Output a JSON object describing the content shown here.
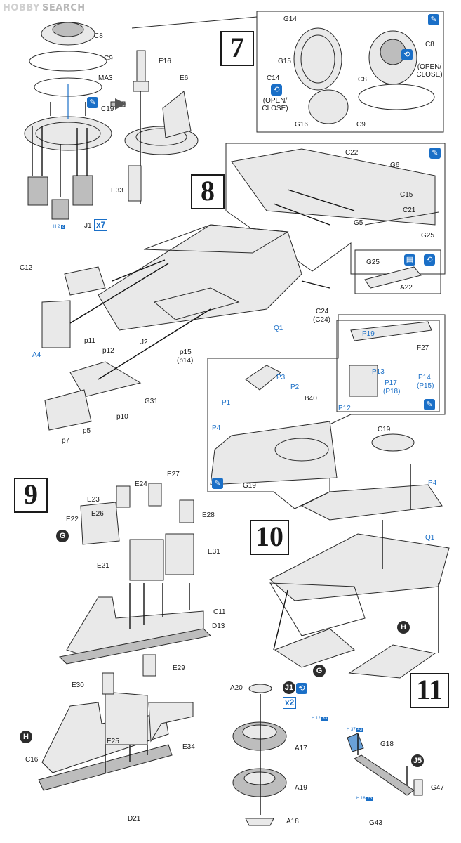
{
  "watermark": {
    "brand": "HOBBY",
    "suffix": "SEARCH"
  },
  "steps": {
    "s7": "7",
    "s8": "8",
    "s9": "9",
    "s10": "10",
    "s11": "11"
  },
  "symbols": {
    "glue": "glue-icon",
    "open_close": "open-close-icon",
    "scale": "scale-icon"
  },
  "colors": {
    "accent": "#1a6fc7",
    "ink": "#1a1a1a"
  },
  "labels": {
    "C8_top": "C8",
    "C9_top": "C9",
    "MA3": "MA3",
    "C19_top": "C19",
    "E16": "E16",
    "E6": "E6",
    "E33": "E33",
    "J1": "J1",
    "x7": "x7",
    "G14": "G14",
    "G15": "G15",
    "C14": "C14",
    "open_close_a1": "(OPEN/",
    "open_close_a2": "CLOSE)",
    "C8_a": "C8",
    "G16": "G16",
    "C9_a": "C9",
    "C8_b": "C8",
    "open_close_b1": "(OPEN/",
    "open_close_b2": "CLOSE)",
    "C22": "C22",
    "G6": "G6",
    "C15": "C15",
    "C21": "C21",
    "G5": "G5",
    "G25_a": "G25",
    "G25_b": "G25",
    "A22": "A22",
    "C12": "C12",
    "A4": "A4",
    "p11": "p11",
    "p12": "p12",
    "J2": "J2",
    "p15": "p15",
    "p14": "(p14)",
    "G31": "G31",
    "p10": "p10",
    "p5": "p5",
    "p7": "p7",
    "Q1_8": "Q1",
    "C24": "C24",
    "C24b": "(C24)",
    "P19": "P19",
    "F27": "F27",
    "P3": "P3",
    "P2": "P2",
    "P13": "P13",
    "P17": "P17",
    "P18": "(P18)",
    "P14": "P14",
    "P15": "(P15)",
    "P12": "P12",
    "P1": "P1",
    "B40": "B40",
    "P4_a": "P4",
    "G19": "G19",
    "C19_b": "C19",
    "P4_b": "P4",
    "Q1_10": "Q1",
    "E23": "E23",
    "E24": "E24",
    "E27": "E27",
    "E28": "E28",
    "E22": "E22",
    "E26": "E26",
    "E31": "E31",
    "E21": "E21",
    "C11": "C11",
    "D13": "D13",
    "E29": "E29",
    "E30": "E30",
    "E25": "E25",
    "E34": "E34",
    "C16": "C16",
    "D21": "D21",
    "G": "G",
    "H_a": "H",
    "H_b": "H",
    "G_b": "G",
    "A20": "A20",
    "J1_b": "J1",
    "x2": "x2",
    "A17": "A17",
    "A19": "A19",
    "A18": "A18",
    "G18": "G18",
    "J5": "J5",
    "G47": "G47",
    "G43": "G43",
    "tag_h2": "H 2",
    "tag_h2n": "2",
    "tag_h12": "H 12",
    "tag_h12n": "33",
    "tag_h37": "H 37",
    "tag_h37n": "43",
    "tag_h18": "H 18",
    "tag_h18n": "26"
  }
}
